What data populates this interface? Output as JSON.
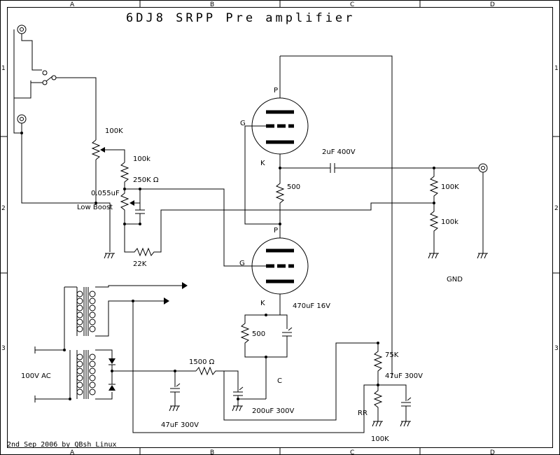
{
  "title": "6DJ8 SRPP Pre amplifier",
  "credit": "2nd Sep 2006 by QBsh Linux",
  "grid": {
    "columns": [
      "A",
      "B",
      "C",
      "D"
    ],
    "rows": [
      "1",
      "2",
      "3"
    ]
  },
  "tube_pins": {
    "upper_plate": "P",
    "upper_grid": "G",
    "upper_cathode": "K",
    "lower_plate": "P",
    "lower_grid": "G",
    "lower_cathode": "K"
  },
  "components": {
    "volume_pot": "100K",
    "r_100k_series": "100k",
    "tone_pot": "250K Ω",
    "cap_055": "0.055uF",
    "low_boost": "Low Boost",
    "r_22k": "22K",
    "r_500_upper": "500",
    "out_cap": "2uF 400V",
    "r_100k_out": "100K",
    "r_100k_out2": "100k",
    "gnd": "GND",
    "cath_cap": "470uF 16V",
    "r_500_lower": "500",
    "r_75k": "75K",
    "cap_47_right": "47uF 300V",
    "r_100k_bottom": "100K",
    "rr": "RR",
    "mains": "100V AC",
    "r_1500": "1500 Ω",
    "cap_47_left": "47uF 300V",
    "cap_200": "200uF 300V",
    "node_c": "C"
  }
}
